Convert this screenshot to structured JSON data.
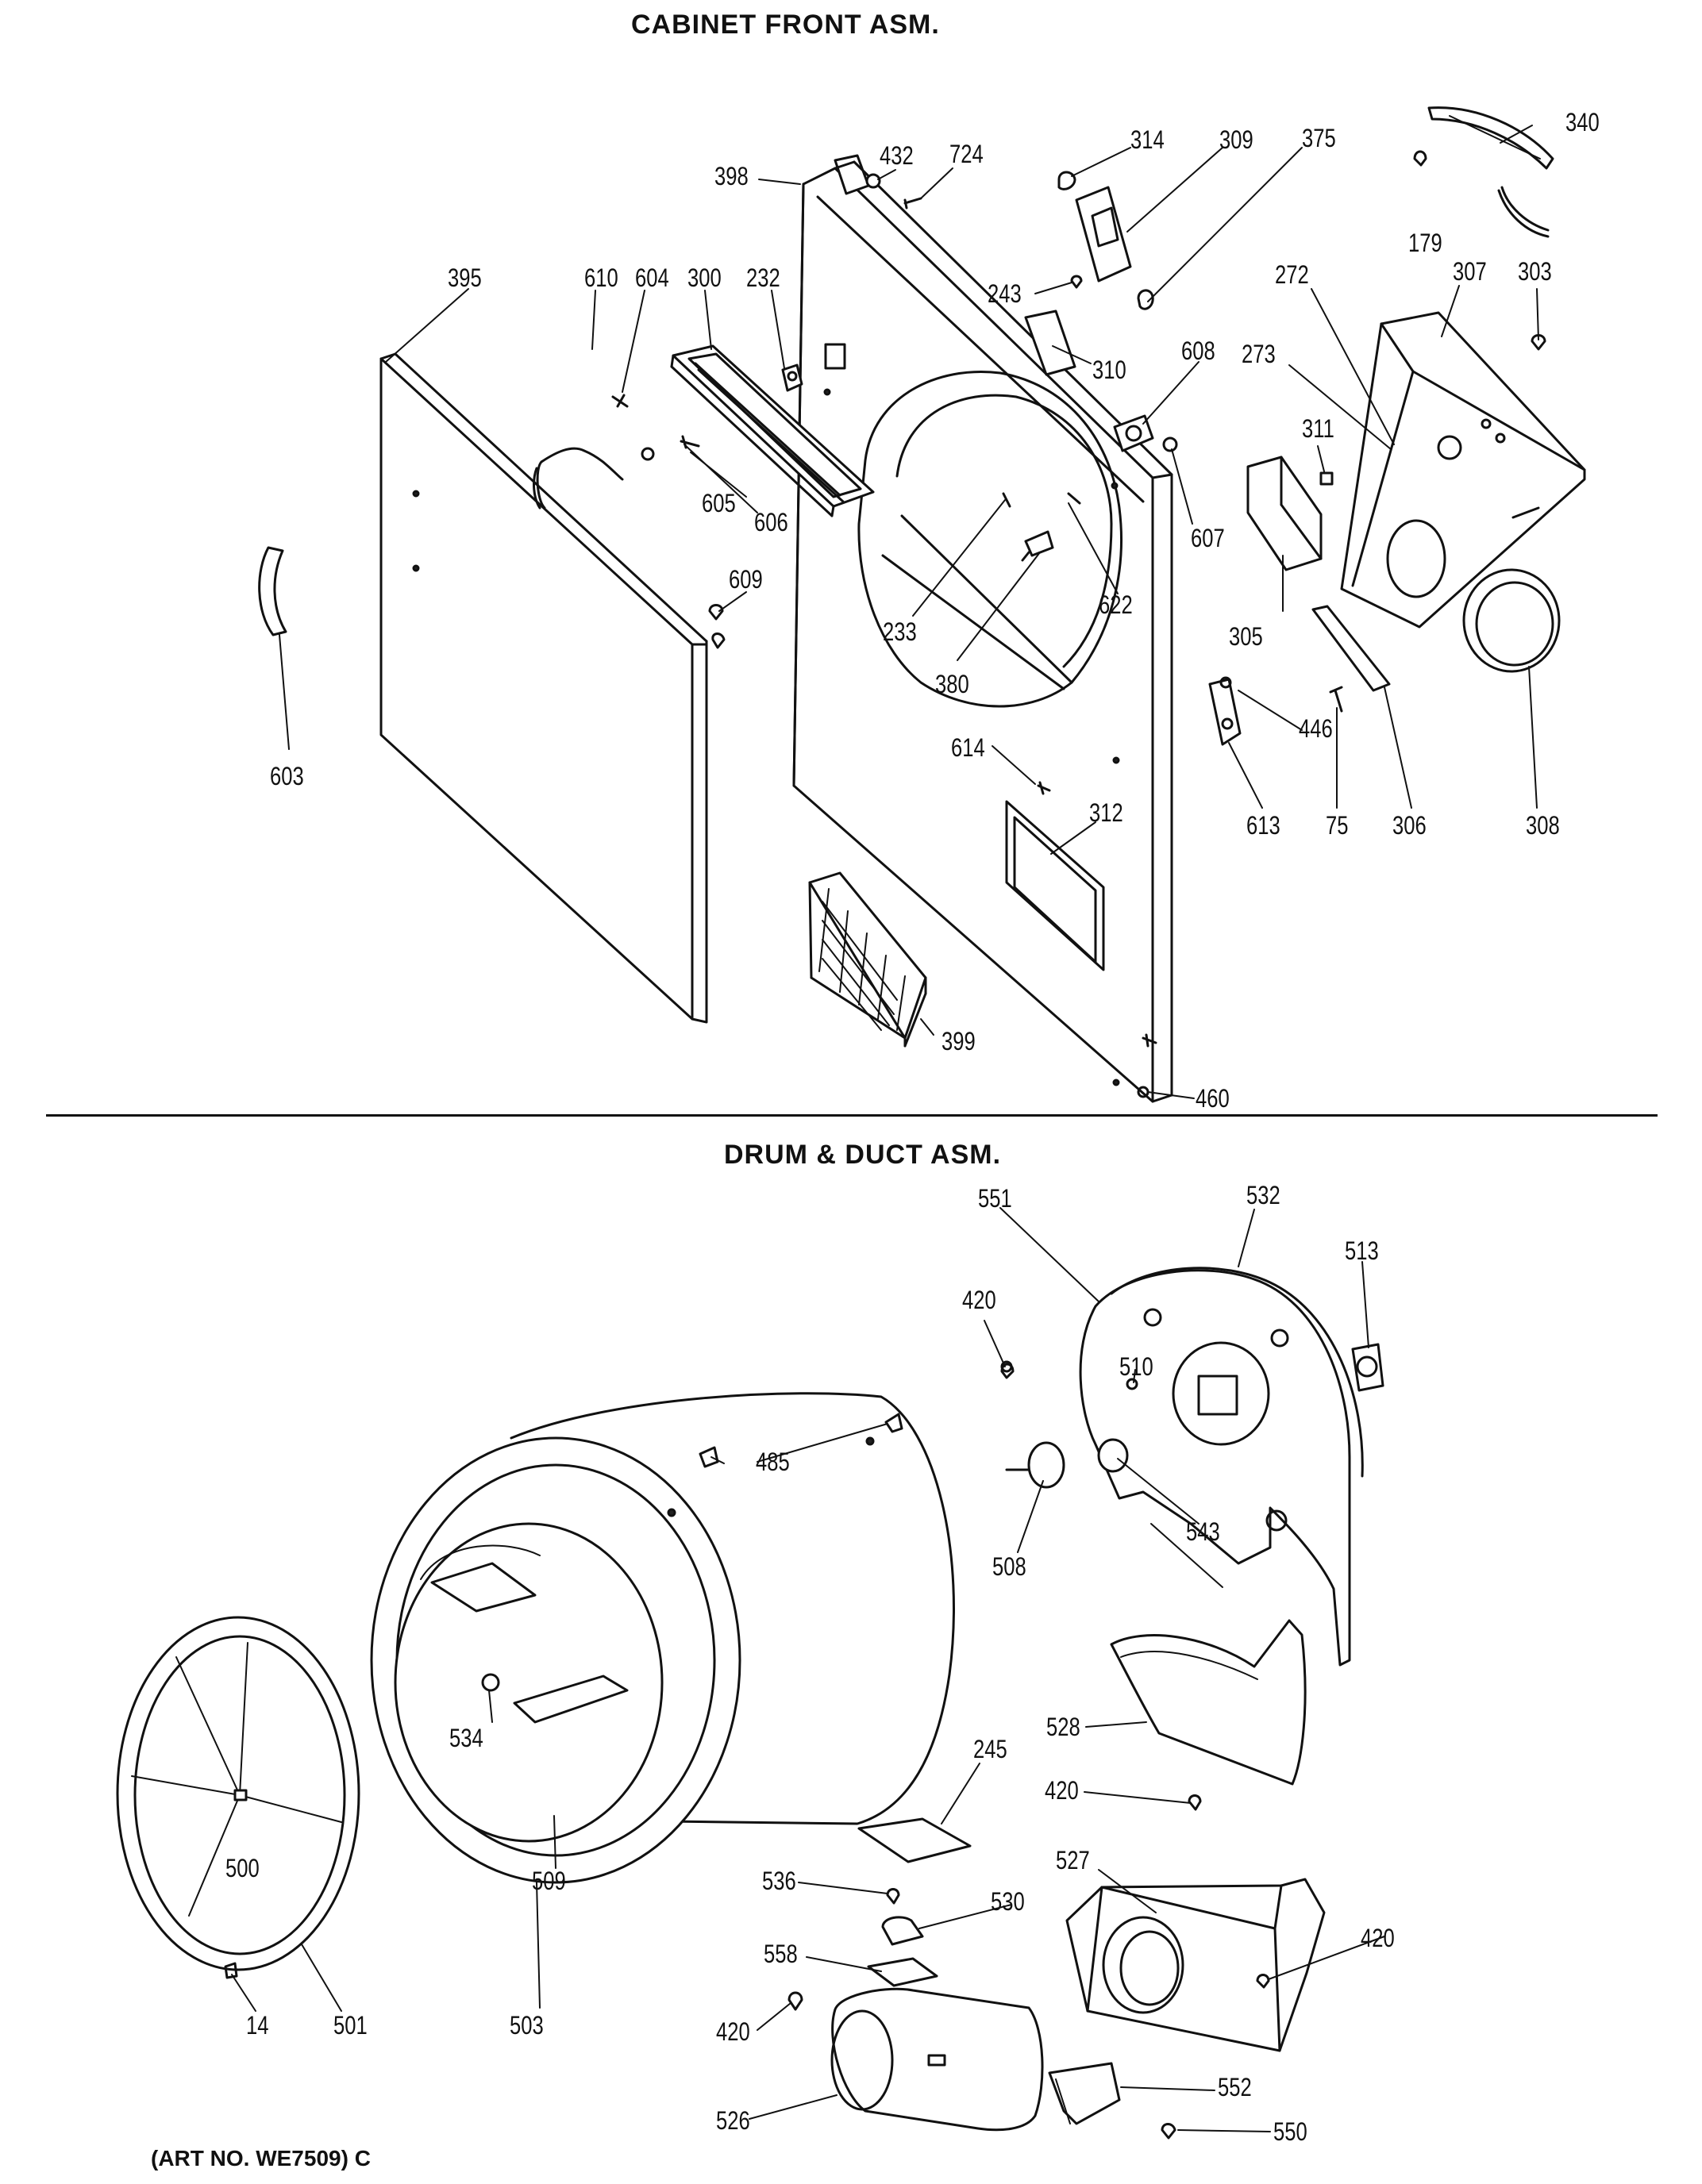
{
  "sections": {
    "cabinet_front": {
      "title": "CABINET FRONT ASM."
    },
    "drum_duct": {
      "title": "DRUM & DUCT ASM."
    }
  },
  "art_number": "(ART NO. WE7509) C",
  "callouts": {
    "cabinet_front": [
      {
        "id": "c398",
        "label": "398"
      },
      {
        "id": "c432",
        "label": "432"
      },
      {
        "id": "c724",
        "label": "724"
      },
      {
        "id": "c314",
        "label": "314"
      },
      {
        "id": "c309",
        "label": "309"
      },
      {
        "id": "c375",
        "label": "375"
      },
      {
        "id": "c340",
        "label": "340"
      },
      {
        "id": "c179",
        "label": "179"
      },
      {
        "id": "c395",
        "label": "395"
      },
      {
        "id": "c610",
        "label": "610"
      },
      {
        "id": "c604",
        "label": "604"
      },
      {
        "id": "c300",
        "label": "300"
      },
      {
        "id": "c232",
        "label": "232"
      },
      {
        "id": "c243",
        "label": "243"
      },
      {
        "id": "c310",
        "label": "310"
      },
      {
        "id": "c272",
        "label": "272"
      },
      {
        "id": "c307",
        "label": "307"
      },
      {
        "id": "c303",
        "label": "303"
      },
      {
        "id": "c608",
        "label": "608"
      },
      {
        "id": "c273",
        "label": "273"
      },
      {
        "id": "c311",
        "label": "311"
      },
      {
        "id": "c605",
        "label": "605"
      },
      {
        "id": "c606",
        "label": "606"
      },
      {
        "id": "c607",
        "label": "607"
      },
      {
        "id": "c622",
        "label": "622"
      },
      {
        "id": "c609",
        "label": "609"
      },
      {
        "id": "c233",
        "label": "233"
      },
      {
        "id": "c380",
        "label": "380"
      },
      {
        "id": "c305",
        "label": "305"
      },
      {
        "id": "c446",
        "label": "446"
      },
      {
        "id": "c603",
        "label": "603"
      },
      {
        "id": "c614",
        "label": "614"
      },
      {
        "id": "c312",
        "label": "312"
      },
      {
        "id": "c613",
        "label": "613"
      },
      {
        "id": "c75",
        "label": "75"
      },
      {
        "id": "c306",
        "label": "306"
      },
      {
        "id": "c308",
        "label": "308"
      },
      {
        "id": "c399",
        "label": "399"
      },
      {
        "id": "c460",
        "label": "460"
      }
    ],
    "drum_duct": [
      {
        "id": "c551",
        "label": "551"
      },
      {
        "id": "c532",
        "label": "532"
      },
      {
        "id": "c513",
        "label": "513"
      },
      {
        "id": "c420a",
        "label": "420"
      },
      {
        "id": "c510",
        "label": "510"
      },
      {
        "id": "c485",
        "label": "485"
      },
      {
        "id": "c543",
        "label": "543"
      },
      {
        "id": "c508",
        "label": "508"
      },
      {
        "id": "c245",
        "label": "245"
      },
      {
        "id": "c528",
        "label": "528"
      },
      {
        "id": "c534",
        "label": "534"
      },
      {
        "id": "c420b",
        "label": "420"
      },
      {
        "id": "c509",
        "label": "509"
      },
      {
        "id": "c527",
        "label": "527"
      },
      {
        "id": "c500",
        "label": "500"
      },
      {
        "id": "c536",
        "label": "536"
      },
      {
        "id": "c530",
        "label": "530"
      },
      {
        "id": "c420c",
        "label": "420"
      },
      {
        "id": "c558",
        "label": "558"
      },
      {
        "id": "c14",
        "label": "14"
      },
      {
        "id": "c501",
        "label": "501"
      },
      {
        "id": "c503",
        "label": "503"
      },
      {
        "id": "c420d",
        "label": "420"
      },
      {
        "id": "c552",
        "label": "552"
      },
      {
        "id": "c526",
        "label": "526"
      },
      {
        "id": "c550",
        "label": "550"
      }
    ]
  }
}
